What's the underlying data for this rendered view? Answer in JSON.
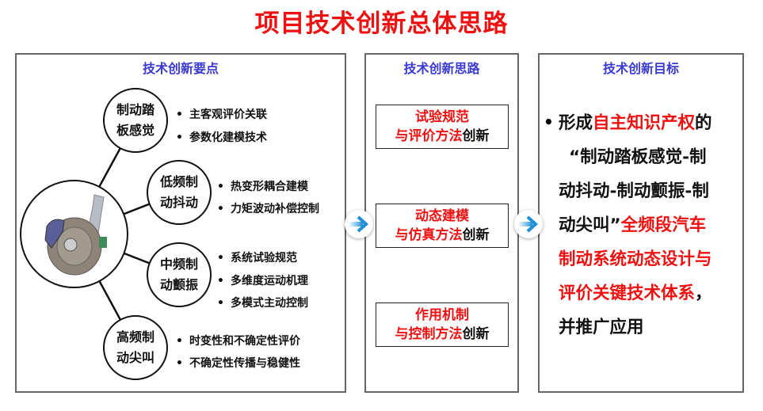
{
  "title": "项目技术创新总体思路",
  "panels": {
    "points": {
      "title": "技术创新要点",
      "nodes": [
        {
          "line1": "制动踏",
          "line2": "板感觉",
          "items": [
            "主客观评价关联",
            "参数化建模技术"
          ]
        },
        {
          "line1": "低频制",
          "line2": "动抖动",
          "items": [
            "热变形耦合建模",
            "力矩波动补偿控制"
          ]
        },
        {
          "line1": "中频制",
          "line2": "动颤振",
          "items": [
            "系统试验规范",
            "多维度运动机理",
            "多模式主动控制"
          ]
        },
        {
          "line1": "高频制",
          "line2": "动尖叫",
          "items": [
            "时变性和不确定性评价",
            "不确定性传播与稳健性"
          ]
        }
      ]
    },
    "ideas": {
      "title": "技术创新思路",
      "boxes": [
        {
          "red1": "试验规范",
          "red2": "与评价方法",
          "black": "创新"
        },
        {
          "red1": "动态建模",
          "red2": "与仿真方法",
          "black": "创新"
        },
        {
          "red1": "作用机制",
          "red2": "与控制方法",
          "black": "创新"
        }
      ]
    },
    "goals": {
      "title": "技术创新目标",
      "bullet": "•",
      "lines": [
        [
          {
            "t": "形成",
            "c": "blk"
          },
          {
            "t": "自主知识产权",
            "c": "red"
          },
          {
            "t": "的",
            "c": "blk"
          }
        ],
        [
          {
            "t": "“制动踏板感觉-制",
            "c": "blk"
          }
        ],
        [
          {
            "t": "动抖动-制动颤振-制",
            "c": "blk"
          }
        ],
        [
          {
            "t": "动尖叫”",
            "c": "blk"
          },
          {
            "t": "全频段汽车",
            "c": "red"
          }
        ],
        [
          {
            "t": "制动系统动态设计与",
            "c": "red"
          }
        ],
        [
          {
            "t": "评价关键技术体系",
            "c": "red"
          },
          {
            "t": "，",
            "c": "blk"
          }
        ],
        [
          {
            "t": "并推广应用",
            "c": "blk"
          }
        ]
      ]
    }
  },
  "colors": {
    "title": "#ee1111",
    "panel_title": "#3a3ad0",
    "arrow": "#1e8fd6"
  }
}
